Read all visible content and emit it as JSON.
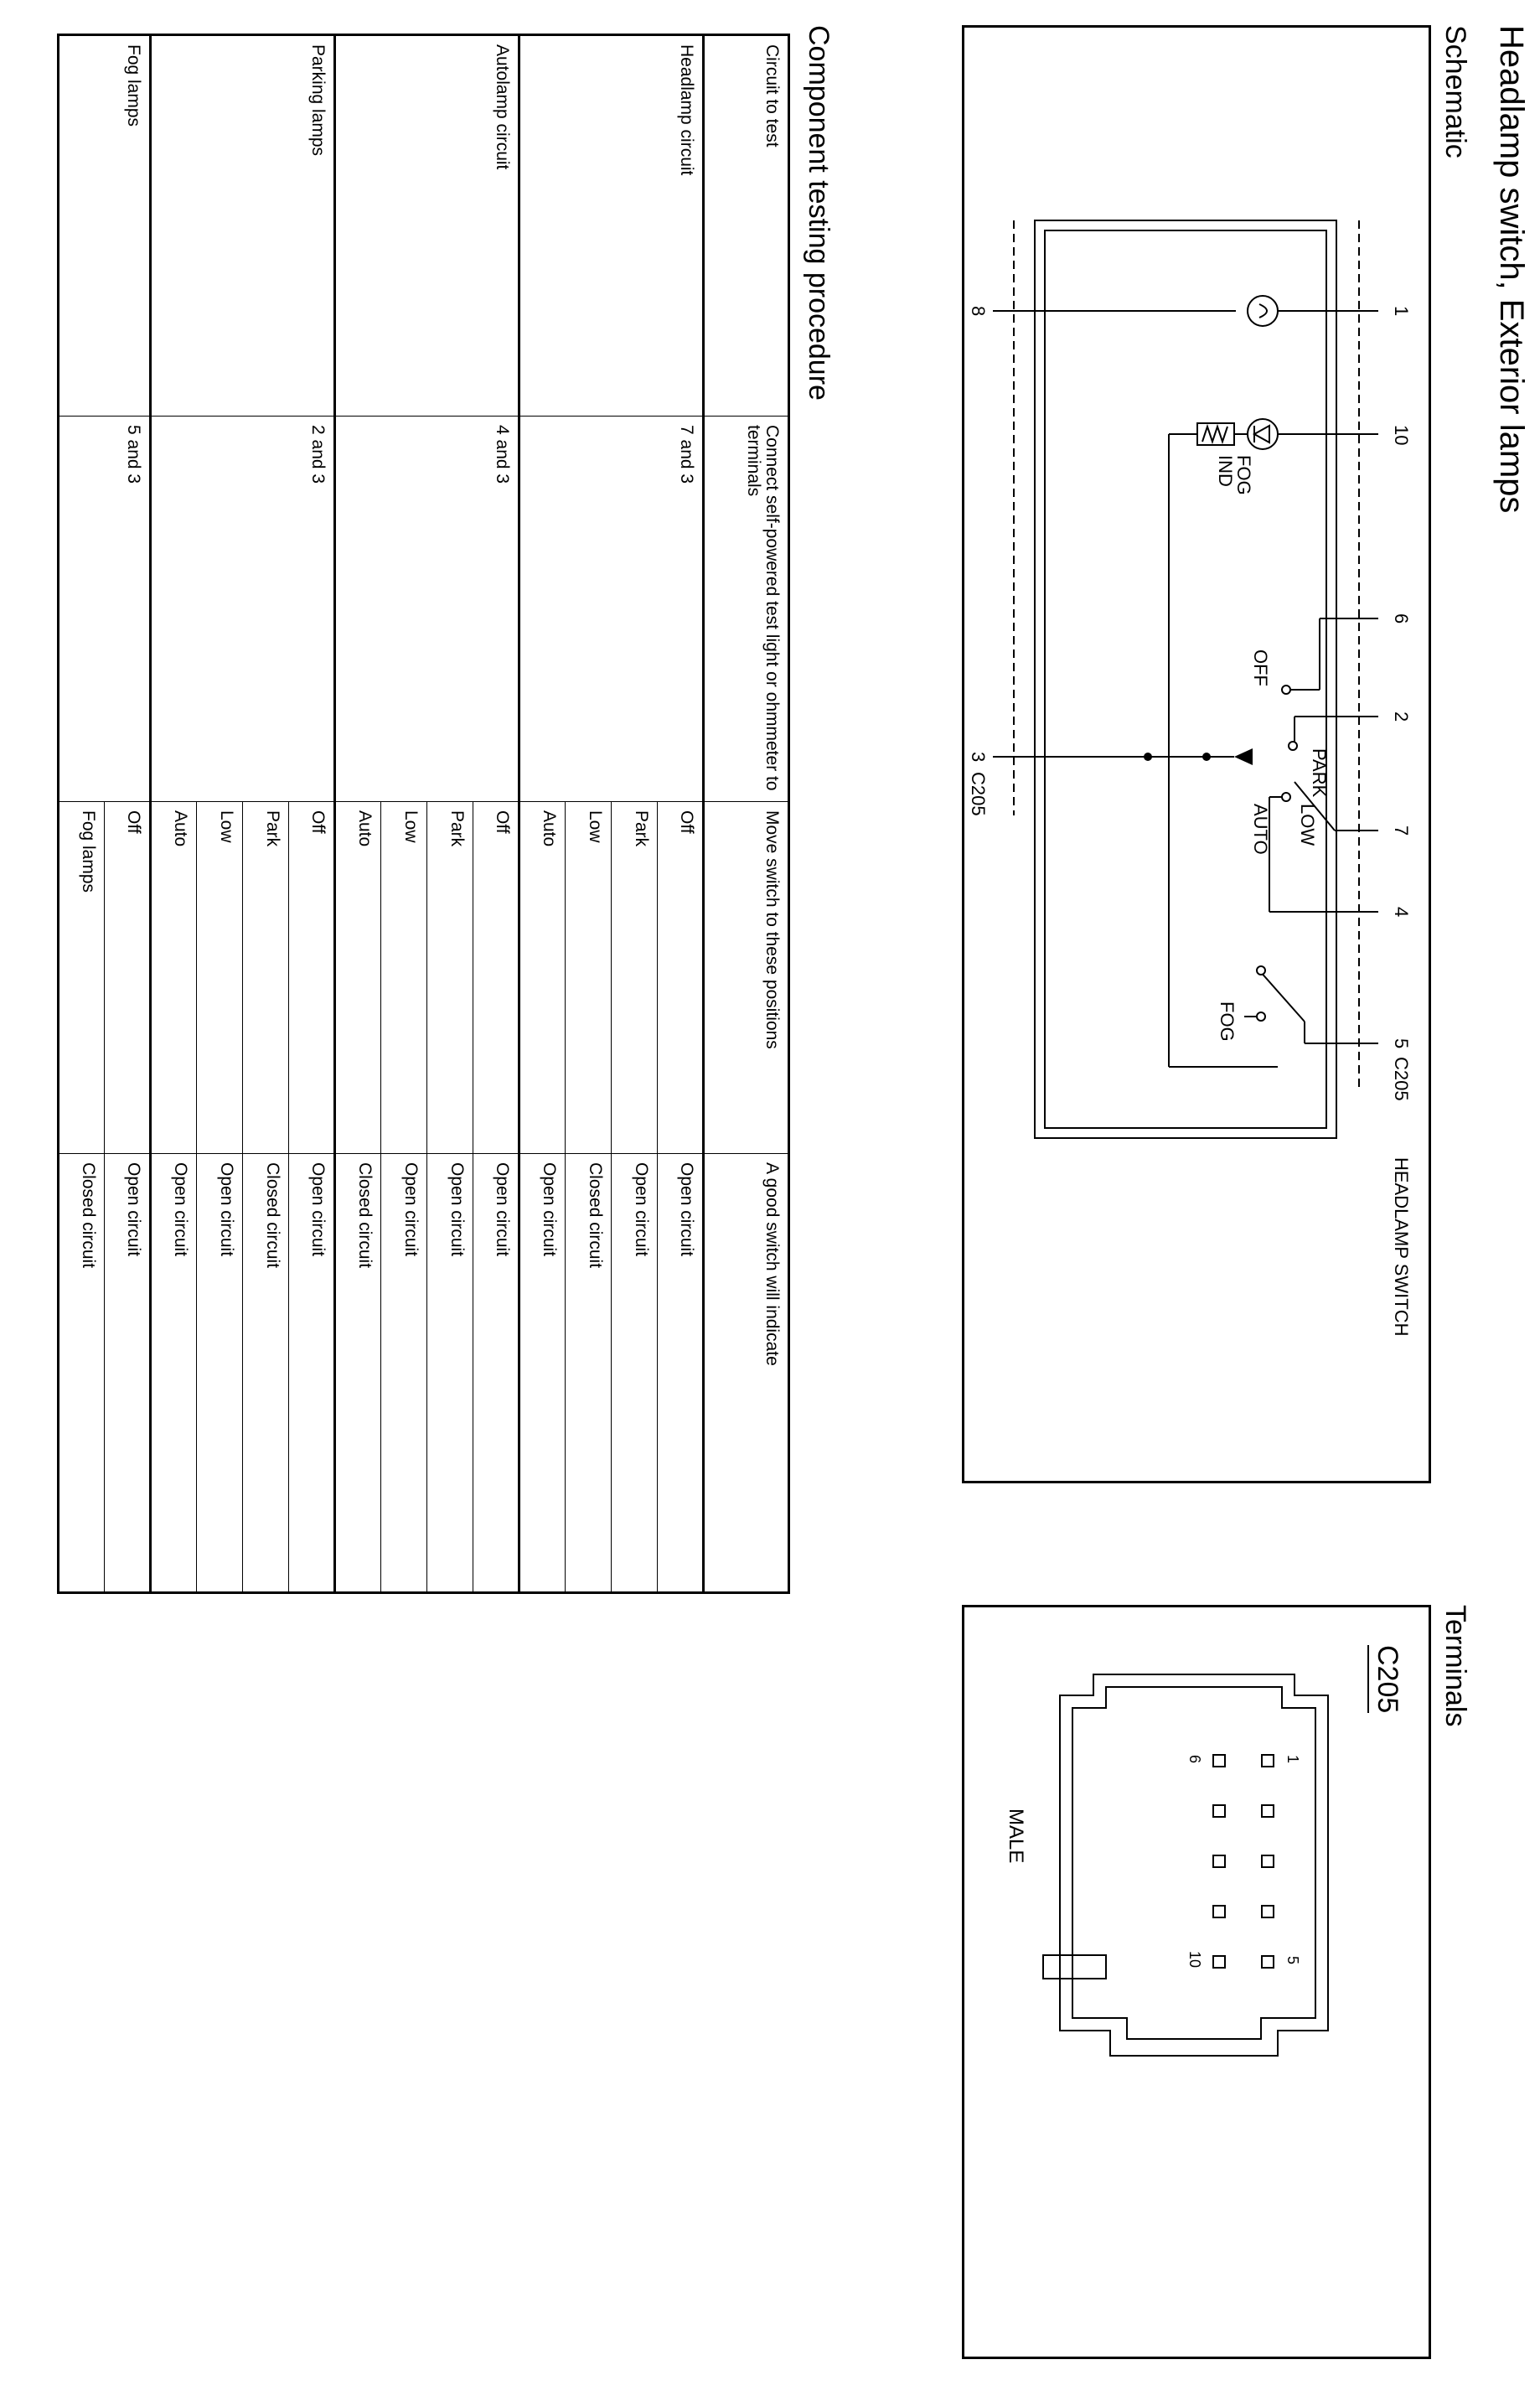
{
  "page": {
    "title": "Headlamp switch, Exterior lamps",
    "schematic_heading": "Schematic",
    "terminals_heading": "Terminals",
    "testing_heading": "Component testing procedure"
  },
  "schematic": {
    "connector": "C205",
    "switch_label": "HEADLAMP SWITCH",
    "pin_labels": {
      "p1": "1",
      "p10": "10",
      "p6": "6",
      "p2": "2",
      "p7": "7",
      "p4": "4",
      "p5": "5",
      "p8": "8",
      "p3": "3"
    },
    "conn_tag_right": "C205",
    "conn_tag_left": "C205",
    "positions": {
      "fog_ind_line1": "FOG",
      "fog_ind_line2": "IND",
      "off": "OFF",
      "park": "PARK",
      "low": "LOW",
      "auto": "AUTO",
      "fog": "FOG"
    }
  },
  "terminals": {
    "connector": "C205",
    "gender": "MALE",
    "pins": {
      "p1": "1",
      "p5": "5",
      "p6": "6",
      "p10": "10"
    }
  },
  "testing_table": {
    "headers": {
      "circuit": "Circuit to test",
      "connect": "Connect self-powered test light or ohmmeter to terminals",
      "move": "Move switch to these positions",
      "good": "A good switch will indicate"
    },
    "groups": [
      {
        "circuit": "Headlamp circuit",
        "terminals": "7 and 3",
        "rows": [
          {
            "position": "Off",
            "result": "Open circuit"
          },
          {
            "position": "Park",
            "result": "Open circuit"
          },
          {
            "position": "Low",
            "result": "Closed circuit"
          },
          {
            "position": "Auto",
            "result": "Open circuit"
          }
        ]
      },
      {
        "circuit": "Autolamp circuit",
        "terminals": "4 and 3",
        "rows": [
          {
            "position": "Off",
            "result": "Open circuit"
          },
          {
            "position": "Park",
            "result": "Open circuit"
          },
          {
            "position": "Low",
            "result": "Open circuit"
          },
          {
            "position": "Auto",
            "result": "Closed circuit"
          }
        ]
      },
      {
        "circuit": "Parking lamps",
        "terminals": "2 and 3",
        "rows": [
          {
            "position": "Off",
            "result": "Open circuit"
          },
          {
            "position": "Park",
            "result": "Closed circuit"
          },
          {
            "position": "Low",
            "result": "Open circuit"
          },
          {
            "position": "Auto",
            "result": "Open circuit"
          }
        ]
      },
      {
        "circuit": "Fog lamps",
        "terminals": "5 and 3",
        "rows": [
          {
            "position": "Off",
            "result": "Open circuit"
          },
          {
            "position": "Fog lamps",
            "result": "Closed circuit"
          }
        ]
      }
    ]
  }
}
